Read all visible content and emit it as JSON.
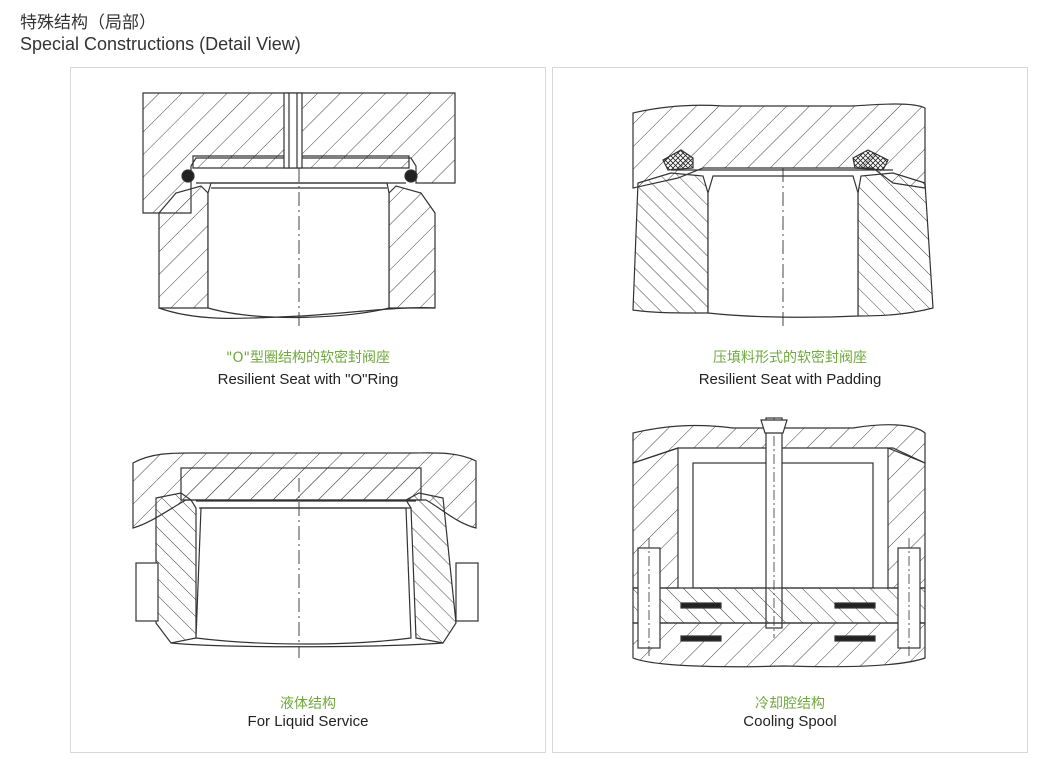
{
  "header": {
    "title_cn": "特殊结构（局部）",
    "title_en": "Special Constructions (Detail View)"
  },
  "colors": {
    "caption_cn": "#6fa83c",
    "caption_en": "#222222",
    "line": "#333333",
    "panel_border": "#d8d8d8"
  },
  "diagrams": [
    {
      "caption_cn": "\"O\"型圈结构的软密封阀座",
      "caption_en": "Resilient Seat with \"O\"Ring"
    },
    {
      "caption_cn": "压填料形式的软密封阀座",
      "caption_en": "Resilient Seat with Padding"
    },
    {
      "caption_cn": "液体结构",
      "caption_en": "For Liquid Service"
    },
    {
      "caption_cn": "冷却腔结构",
      "caption_en": "Cooling Spool"
    }
  ]
}
